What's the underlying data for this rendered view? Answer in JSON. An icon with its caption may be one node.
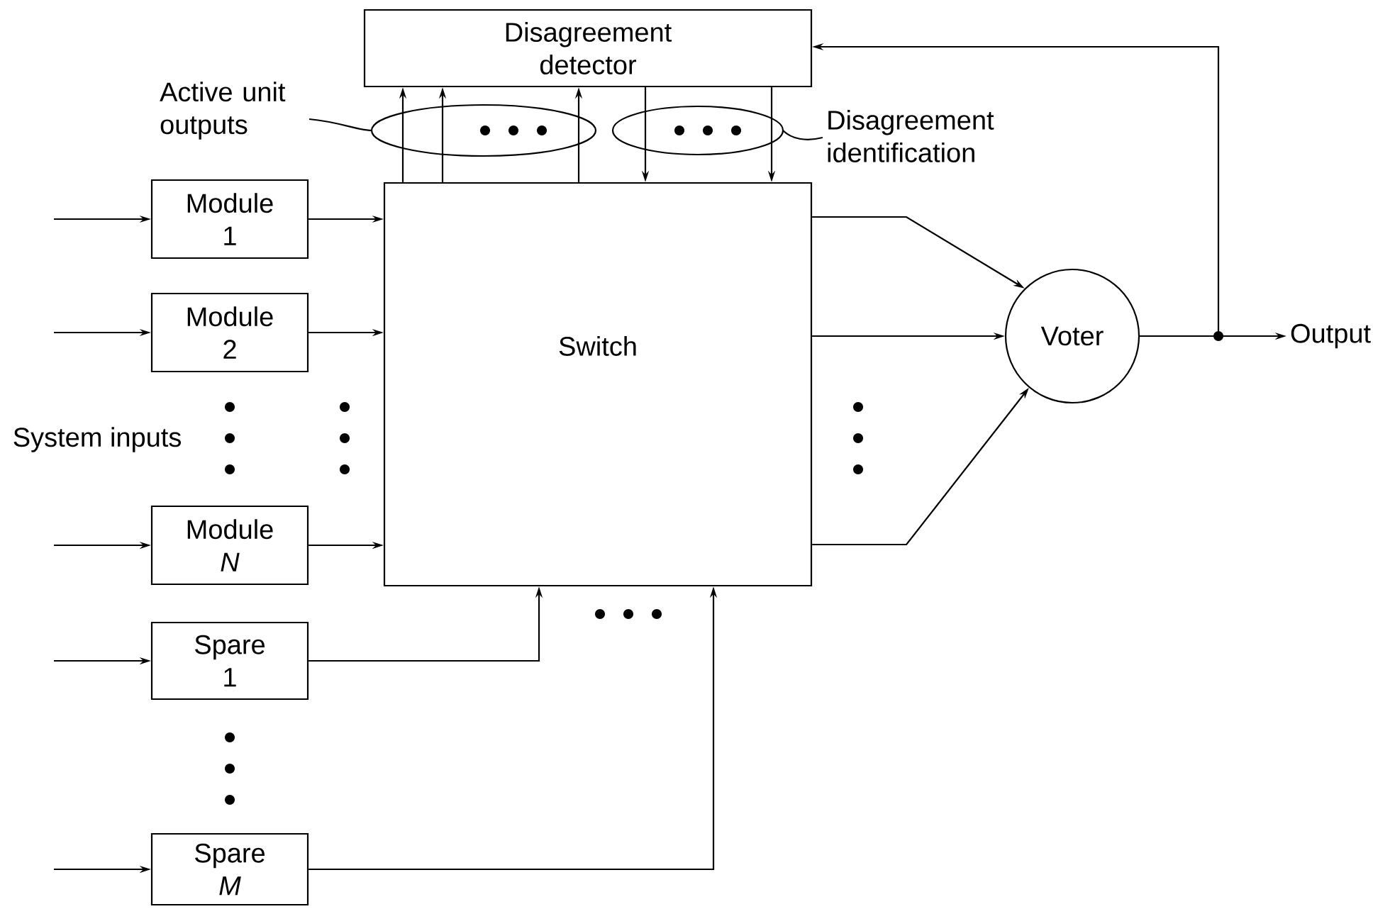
{
  "diagram": {
    "nodes": [
      {
        "text": [
          "Disagreement detector"
        ]
      },
      {
        "text": [
          "Module 1"
        ]
      },
      {
        "text": [
          "Module 2"
        ]
      },
      {
        "text": [
          "Module *N*"
        ]
      },
      {
        "text": [
          "Spare 1"
        ]
      },
      {
        "text": [
          "Spare *M*"
        ]
      },
      {
        "text": [
          "Switch"
        ]
      },
      {
        "text": [
          "Voter"
        ]
      },
      {
        "text": [
          "Output"
        ]
      }
    ],
    "edges": [
      {
        "from": null,
        "to": 1,
        "arrow": "to"
      },
      {
        "from": null,
        "to": 2,
        "arrow": "to"
      },
      {
        "from": null,
        "to": 3,
        "arrow": "to"
      },
      {
        "from": null,
        "to": 4,
        "arrow": "to"
      },
      {
        "from": null,
        "to": 5,
        "arrow": "to"
      },
      {
        "from": 1,
        "to": 6,
        "arrow": "to"
      },
      {
        "from": 2,
        "to": 6,
        "arrow": "to"
      },
      {
        "from": 3,
        "to": 6,
        "arrow": "to"
      },
      {
        "from": 4,
        "to": 6,
        "arrow": "to"
      },
      {
        "from": 5,
        "to": 6,
        "arrow": "to"
      },
      {
        "from": 6,
        "to": 0,
        "arrow": "to"
      },
      {
        "from": 6,
        "to": 0,
        "arrow": "to"
      },
      {
        "from": 6,
        "to": 0,
        "arrow": "to"
      },
      {
        "from": 0,
        "to": 6,
        "arrow": "to"
      },
      {
        "from": 0,
        "to": 6,
        "arrow": "to"
      },
      {
        "from": 6,
        "to": 7,
        "arrow": "to"
      },
      {
        "from": 6,
        "to": 7,
        "arrow": "to"
      },
      {
        "from": 6,
        "to": 7,
        "arrow": "to"
      },
      {
        "from": 7,
        "to": 8,
        "arrow": "to"
      },
      {
        "from": 7,
        "to": 0,
        "arrow": "to"
      }
    ],
    "labels": [
      "Active unit outputs",
      "Disagreement identification",
      "System inputs"
    ]
  }
}
